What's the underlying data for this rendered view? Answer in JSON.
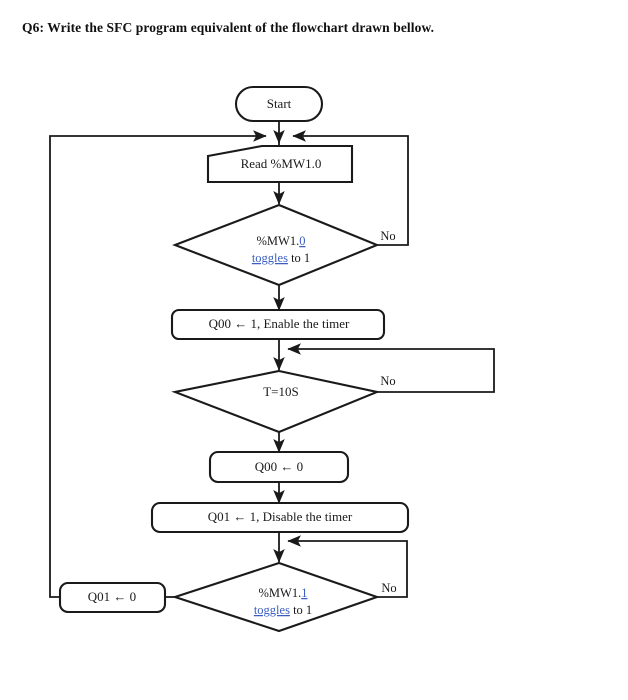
{
  "question": {
    "title": "Q6: Write the SFC program equivalent of the flowchart drawn bellow."
  },
  "flowchart": {
    "nodes": {
      "start": {
        "label": "Start",
        "shape": "terminator"
      },
      "read": {
        "label": "Read %MW1.0",
        "shape": "manual-input"
      },
      "decision1": {
        "shape": "decision",
        "line1_prefix": "%MW1.",
        "line1_highlight": "0",
        "line2_highlight": "toggles",
        "line2_suffix": " to 1",
        "no_label": "No"
      },
      "enable_timer": {
        "label": "Q00  ← 1, Enable the timer",
        "shape": "process"
      },
      "decision2": {
        "label": "T=10S",
        "shape": "decision",
        "no_label": "No"
      },
      "q00_reset": {
        "label": "Q00  ← 0",
        "shape": "process"
      },
      "disable_timer": {
        "label": "Q01  ← 1, Disable the timer",
        "shape": "process"
      },
      "decision3": {
        "shape": "decision",
        "line1_prefix": "%MW1.",
        "line1_highlight": "1",
        "line2_highlight": "toggles",
        "line2_suffix": " to 1",
        "no_label": "No"
      },
      "q01_reset": {
        "label": "Q01  ← 0",
        "shape": "process"
      }
    },
    "colors": {
      "line": "#1a1a1a",
      "text": "#1a1a1a",
      "highlight": "#3b5fc0",
      "background": "#ffffff"
    }
  }
}
